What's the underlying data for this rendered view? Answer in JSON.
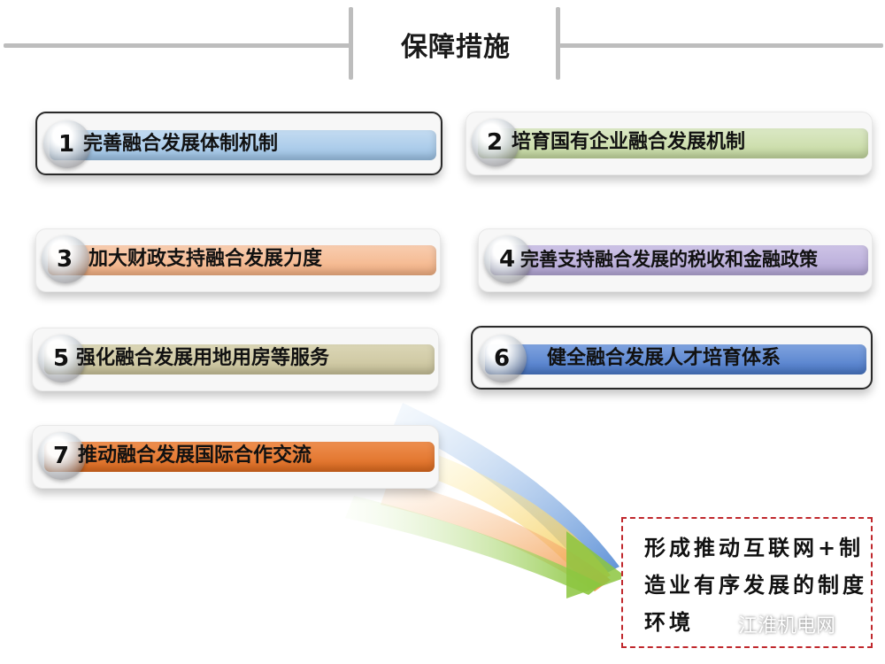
{
  "header": {
    "title": "保障措施"
  },
  "colors": {
    "blue": "#9dc3e6",
    "green": "#c5d9a0",
    "orange": "#f4b183",
    "purple": "#b4a7d6",
    "khaki": "#c9c29a",
    "darkblue": "#4a78c8",
    "darkorange": "#dd6a1f",
    "box_border": "#c0282d"
  },
  "measures": [
    {
      "number": "1",
      "label": "完善融合发展体制机制"
    },
    {
      "number": "2",
      "label": "培育国有企业融合发展机制"
    },
    {
      "number": "3",
      "label": "加大财政支持融合发展力度"
    },
    {
      "number": "4",
      "label": "完善支持融合发展的税收和金融政策"
    },
    {
      "number": "5",
      "label": "强化融合发展用地用房等服务"
    },
    {
      "number": "6",
      "label": "健全融合发展人才培育体系"
    },
    {
      "number": "7",
      "label": "推动融合发展国际合作交流"
    }
  ],
  "result": {
    "text": "形成推动互联网+制造业有序发展的制度环境"
  },
  "watermark": {
    "text": "江淮机电网",
    "icon": "wechat-icon"
  }
}
